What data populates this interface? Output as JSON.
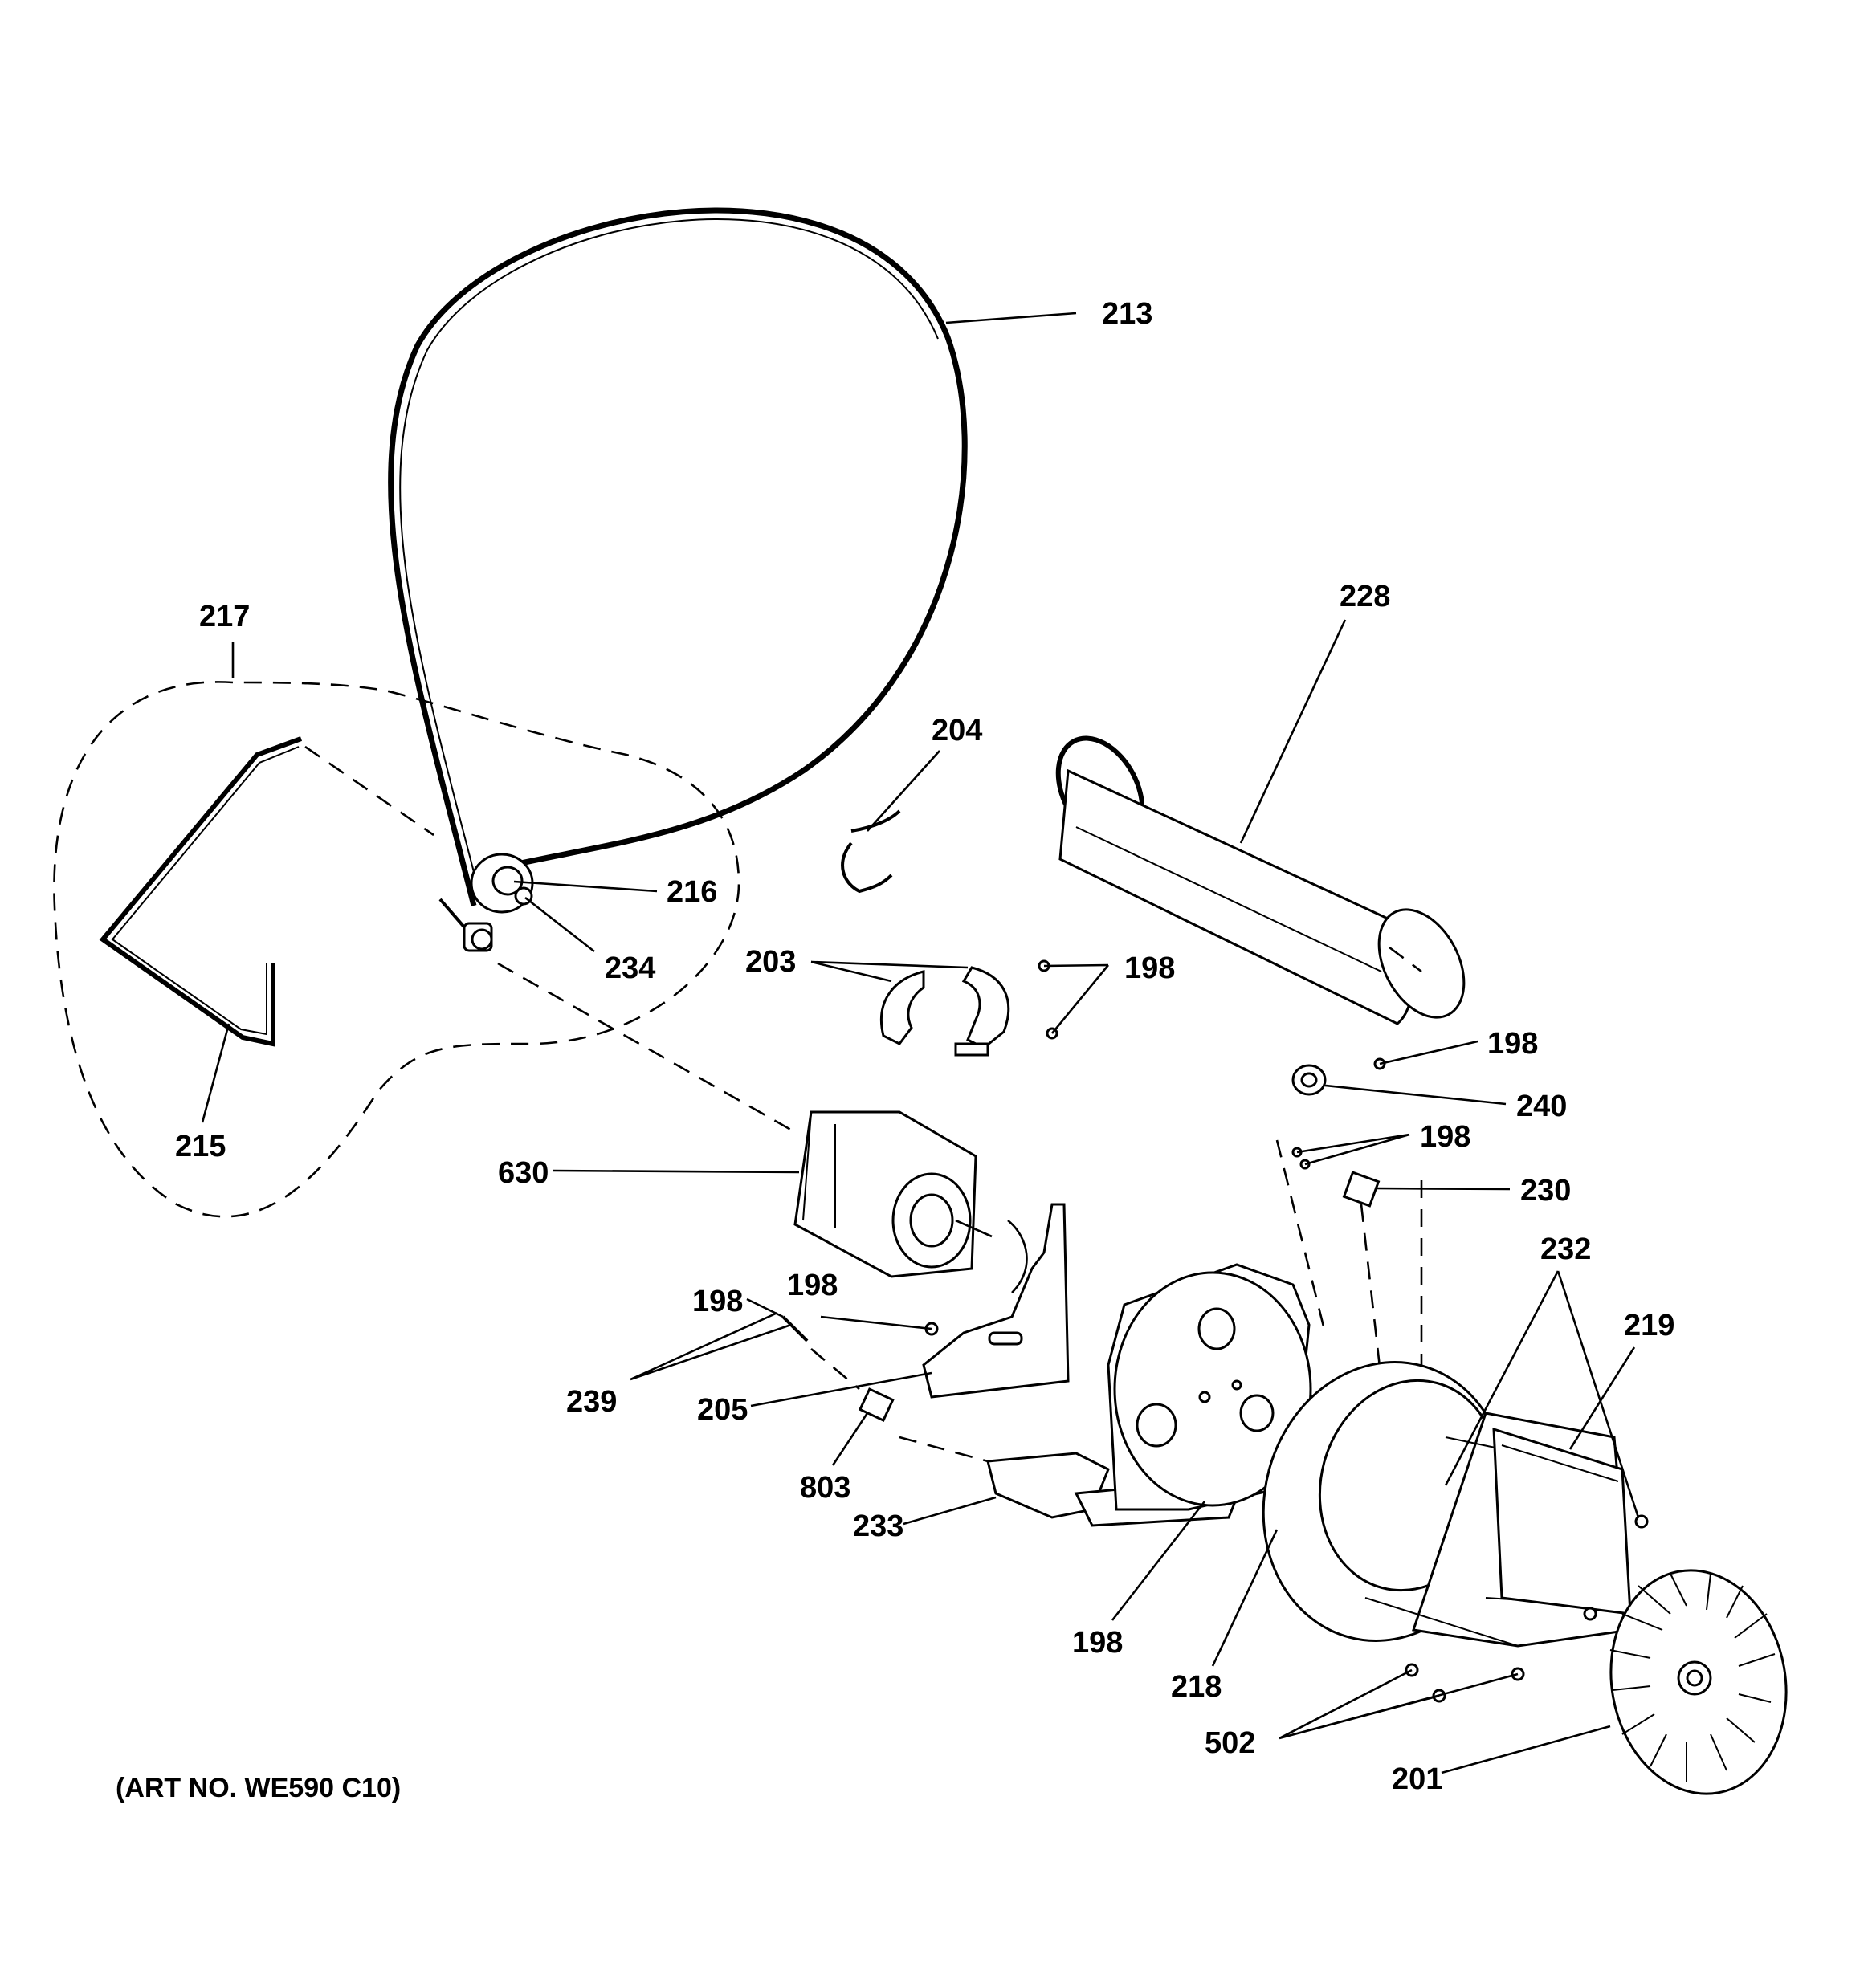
{
  "labels": {
    "l213": "213",
    "l217": "217",
    "l216": "216",
    "l234": "234",
    "l215": "215",
    "l204": "204",
    "l228": "228",
    "l203": "203",
    "l198a": "198",
    "l198b": "198",
    "l240": "240",
    "l198c": "198",
    "l230": "230",
    "l630": "630",
    "l232": "232",
    "l219": "219",
    "l198d": "198",
    "l198e": "198",
    "l239": "239",
    "l205": "205",
    "l803": "803",
    "l233": "233",
    "l198f": "198",
    "l218": "218",
    "l502": "502",
    "l201": "201"
  },
  "caption": "(ART NO. WE590 C10)"
}
